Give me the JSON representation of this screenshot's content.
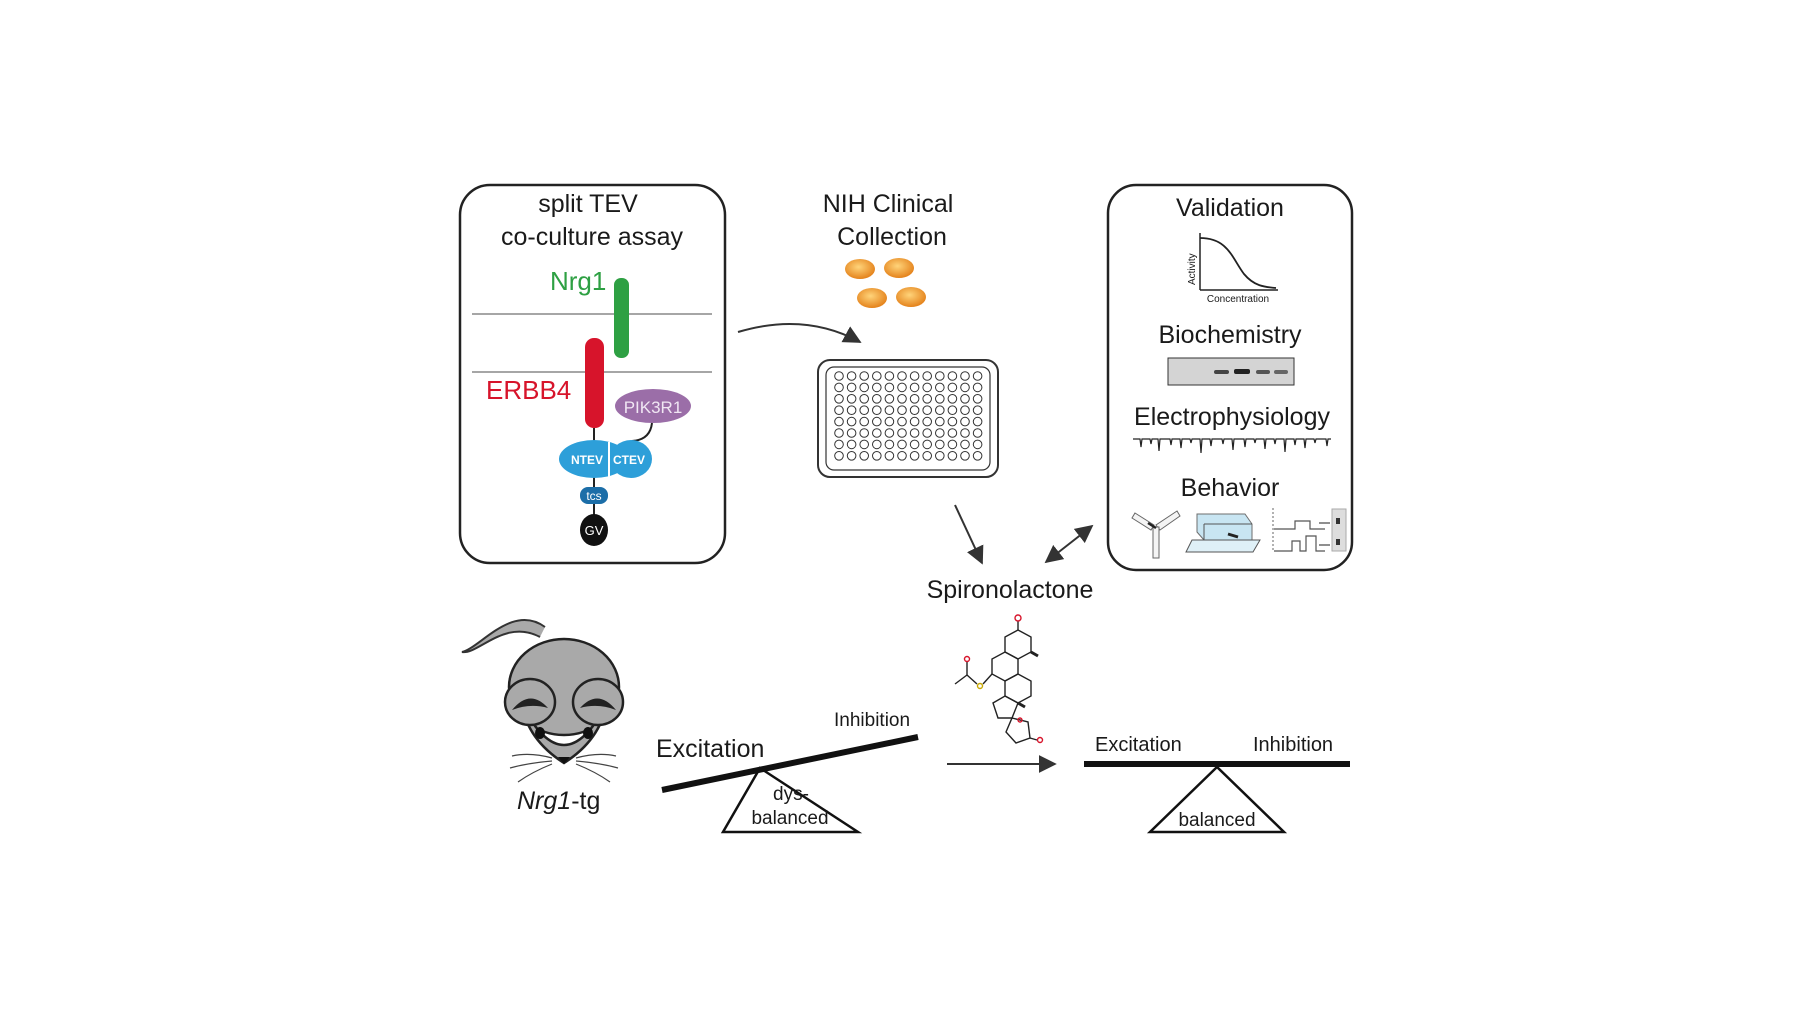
{
  "assay": {
    "title_line1": "split TEV",
    "title_line2": "co-culture assay",
    "nrg1": "Nrg1",
    "erbb4": "ERBB4",
    "pik3r1": "PIK3R1",
    "ntev": "NTEV",
    "ctev": "CTEV",
    "tcs": "tcs",
    "gv": "GV"
  },
  "library": {
    "line1": "NIH Clinical",
    "line2": "Collection"
  },
  "drug": {
    "name": "Spironolactone"
  },
  "downstream": {
    "validation": "Validation",
    "axis_y": "Activity",
    "axis_x": "Concentration",
    "biochemistry": "Biochemistry",
    "electrophysiology": "Electrophysiology",
    "behavior": "Behavior"
  },
  "mouse": {
    "label_italic": "Nrg1",
    "label_suffix": "-tg"
  },
  "seesaw_left": {
    "excitation": "Excitation",
    "inhibition": "Inhibition",
    "state_line1": "dys-",
    "state_line2": "balanced"
  },
  "seesaw_right": {
    "excitation": "Excitation",
    "inhibition": "Inhibition",
    "state": "balanced"
  },
  "colors": {
    "nrg1": "#2ea043",
    "erbb4": "#d7142b",
    "pik3r1": "#9b6ea8",
    "tev": "#2d9fd9",
    "tcs": "#1c6ea8",
    "pill": "#ee9a2c",
    "mouse": "#a9a9a9"
  }
}
